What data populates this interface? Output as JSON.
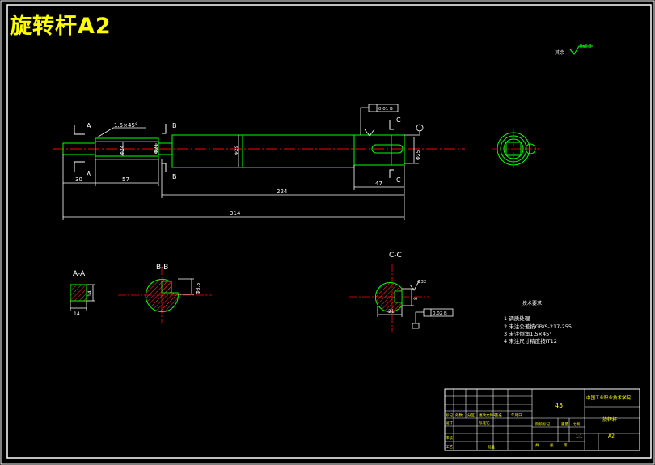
{
  "drawing_title": "旋转杆A2",
  "colors": {
    "background": "#000000",
    "frame": "#ffffff",
    "part": "#00ff00",
    "dimension": "#ffffff",
    "center": "#ff0000",
    "section": "#ff3333",
    "title_text": "#ffff00",
    "hidden": "#ffff00"
  },
  "roughness_note": {
    "prefix": "其余",
    "value": "Ra6.3"
  },
  "main_view": {
    "chamfer": "1.5×45°",
    "diameters": [
      "Φ24",
      "Φ21",
      "Φ29",
      "Φ25"
    ],
    "lengths": [
      "30",
      "57",
      "224",
      "47",
      "314"
    ],
    "geometric_tol_1": "0.01 B",
    "geometric_tol_2": "0.02 B"
  },
  "section_labels": {
    "a": "A",
    "b": "B",
    "c": "C",
    "aa": "A-A",
    "bb": "B-B",
    "cc": "C-C"
  },
  "section_dims": {
    "aa_h": "14",
    "aa_w": "14",
    "bb": "Φ8.5",
    "cc_h": "8",
    "cc_w": "21",
    "cc_rough": "Φ32"
  },
  "tech_requirements": {
    "title": "技术要求",
    "items": [
      "1  调质处理",
      "2  未注公差按GB/S-217-255",
      "3  未注倒角1.5×45°",
      "4  未注尺寸精度按IT12"
    ]
  },
  "title_block": {
    "material": "45",
    "company": "中国工业职业技术学院",
    "part_name": "旋转杆",
    "drawing_no": "A2",
    "scale": "1:1",
    "labels": [
      "标记",
      "处数",
      "分区",
      "更改文件号",
      "签名",
      "年月日",
      "设计",
      "标准化",
      "审核",
      "工艺",
      "批准",
      "阶段标记",
      "重量",
      "比例",
      "共",
      "张",
      "第"
    ]
  }
}
